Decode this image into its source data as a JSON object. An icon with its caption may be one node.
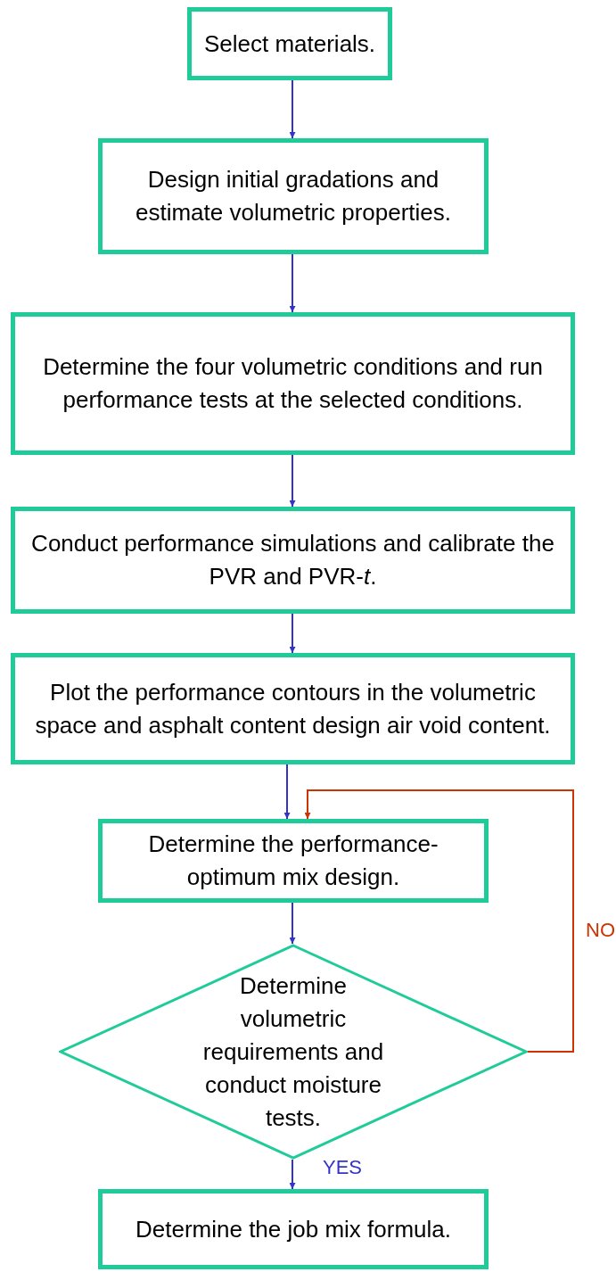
{
  "diagram": {
    "nodes": [
      {
        "text": [
          "Select materials."
        ]
      },
      {
        "text": [
          "Design initial gradations and estimate volumetric properties."
        ]
      },
      {
        "text": [
          "Determine the four volumetric conditions and run performance tests at the selected conditions."
        ]
      },
      {
        "text": [
          "Conduct performance simulations and calibrate the PVR and PVR-*t*."
        ]
      },
      {
        "text": [
          "Plot the performance contours in the volumetric space and asphalt content design air void content."
        ]
      },
      {
        "text": [
          "Determine the performance-optimum mix design."
        ]
      },
      {
        "text": [
          "Determine volumetric requirements and conduct moisture tests."
        ]
      },
      {
        "text": [
          "Determine the job mix formula."
        ]
      }
    ],
    "edges": [
      {
        "from": 0,
        "to": 1,
        "arrow": "to"
      },
      {
        "from": 1,
        "to": 2,
        "arrow": "to"
      },
      {
        "from": 2,
        "to": 3,
        "arrow": "to"
      },
      {
        "from": 3,
        "to": 4,
        "arrow": "to"
      },
      {
        "from": 4,
        "to": 5,
        "arrow": "to"
      },
      {
        "from": 5,
        "to": 6,
        "arrow": "to"
      },
      {
        "from": 6,
        "to": 7,
        "arrow": "to",
        "label": "YES"
      },
      {
        "from": 6,
        "to": 5,
        "arrow": "to",
        "label": "NO",
        "color": "#cc3300"
      }
    ]
  }
}
